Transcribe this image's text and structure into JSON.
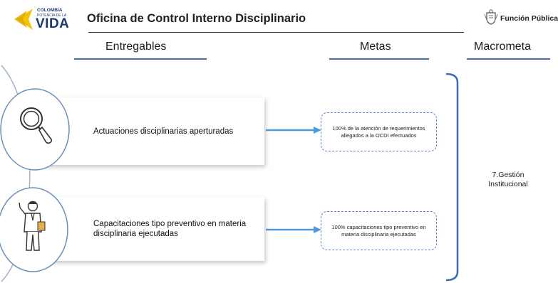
{
  "header": {
    "logo_line1": "COLOMBIA",
    "logo_line2": "POTENCIA DE LA",
    "logo_word": "VIDA",
    "title": "Oficina de Control Interno Disciplinario",
    "partner_logo_text": "Función Pública"
  },
  "columns": {
    "entregables": "Entregables",
    "metas": "Metas",
    "macrometa": "Macrometa"
  },
  "rows": [
    {
      "entregable": "Actuaciones disciplinarias aperturadas",
      "meta": "100% de la atención de requerimientos allegados a la OCDI efectuados",
      "icon": "magnifying-glass-icon"
    },
    {
      "entregable": "Capacitaciones tipo preventivo en materia disciplinaria ejecutadas",
      "meta": "100% capacitaciones tipo preventivo en materia disciplinaria ejecutadas",
      "icon": "presenter-person-icon"
    }
  ],
  "macrometa": {
    "label": "7.Gestión Institucional"
  },
  "colors": {
    "brand_navy": "#1b3a6b",
    "accent_blue": "#4a8fd6",
    "logo_yellow": "#f5c400"
  }
}
